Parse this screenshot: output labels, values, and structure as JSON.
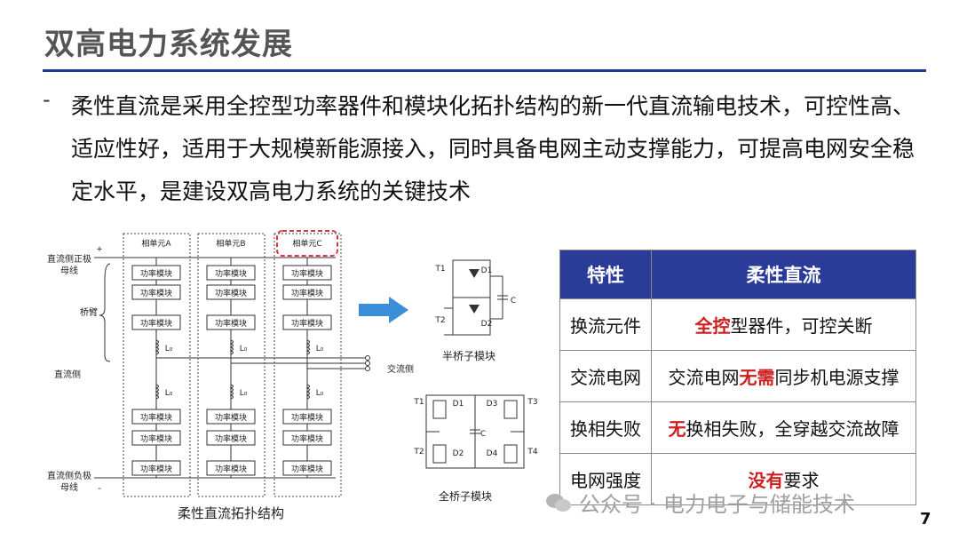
{
  "slide": {
    "title": "双高电力系统发展",
    "bullet_dash": "-",
    "bullet_text": "柔性直流是采用全控型功率器件和模块化拓扑结构的新一代直流输电技术，可控性高、适应性好，适用于大规模新能源接入，同时具备电网主动支撑能力，可提高电网安全稳定水平，是建设双高电力系统的关键技术",
    "page_number": "7"
  },
  "diagram": {
    "phase_labels": [
      "相单元A",
      "相单元B",
      "相单元C"
    ],
    "module_label": "功率模块",
    "inductor_labels": [
      "L₀",
      "L₀",
      "L₀"
    ],
    "dc_pos_bus": "直流侧正极\n母线",
    "dc_neg_bus": "直流侧负极\n母线",
    "bridge_arm": "桥臂",
    "dc_side": "直流侧",
    "ac_side": "交流侧",
    "caption": "柔性直流拓扑结构",
    "half_bridge_caption": "半桥子模块",
    "full_bridge_caption": "全桥子模块",
    "half_bridge_labels": [
      "T1",
      "D1",
      "T2",
      "D2",
      "C"
    ],
    "full_bridge_labels": [
      "T1",
      "D1",
      "D3",
      "T3",
      "T2",
      "D2",
      "D4",
      "T4",
      "C"
    ],
    "plus": "+",
    "minus": "-"
  },
  "table": {
    "header": [
      "特性",
      "柔性直流"
    ],
    "rows": [
      {
        "key": "换流元件",
        "parts": [
          {
            "t": "全控",
            "red": true
          },
          {
            "t": "型器件，可控关断",
            "red": false
          }
        ]
      },
      {
        "key": "交流电网",
        "parts": [
          {
            "t": "交流电网",
            "red": false
          },
          {
            "t": "无需",
            "red": true
          },
          {
            "t": "同步机电源支撑",
            "red": false
          }
        ]
      },
      {
        "key": "换相失败",
        "parts": [
          {
            "t": "无",
            "red": true
          },
          {
            "t": "换相失败，全穿越交流故障",
            "red": false
          }
        ]
      },
      {
        "key": "电网强度",
        "parts": [
          {
            "t": "没有",
            "red": true
          },
          {
            "t": "要求",
            "red": false
          }
        ]
      }
    ]
  },
  "watermark": "公众号 · 电力电子与储能技术",
  "colors": {
    "accent": "#1f3a8a",
    "header_bg": "#2a3b98",
    "highlight_red": "#cc1f1f",
    "arrow": "#3a8fd8"
  }
}
